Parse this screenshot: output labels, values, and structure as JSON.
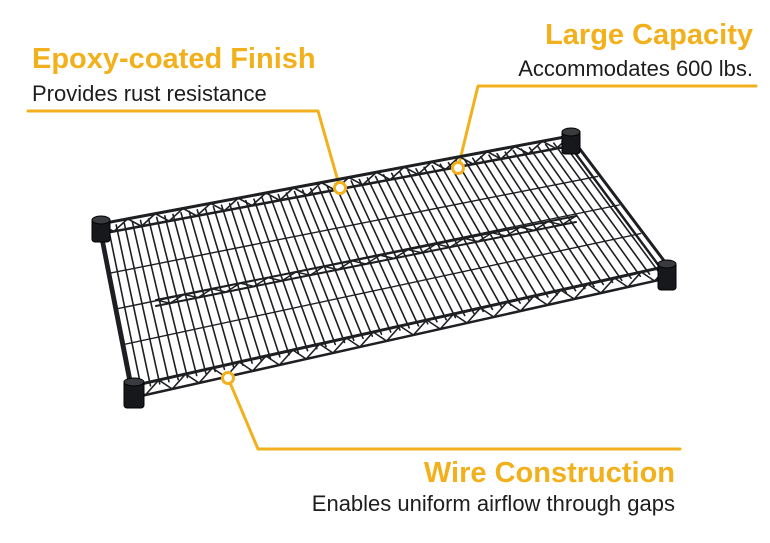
{
  "accent_color": "#F2B11C",
  "callouts": {
    "finish": {
      "title": "Epoxy-coated Finish",
      "text": "Provides rust resistance"
    },
    "capacity": {
      "title": "Large Capacity",
      "text": "Accommodates 600 lbs."
    },
    "wire": {
      "title": "Wire Construction",
      "text": "Enables uniform airflow through gaps"
    }
  },
  "product": {
    "image": "black-wire-shelf",
    "frame_color": "#1e1f22"
  }
}
